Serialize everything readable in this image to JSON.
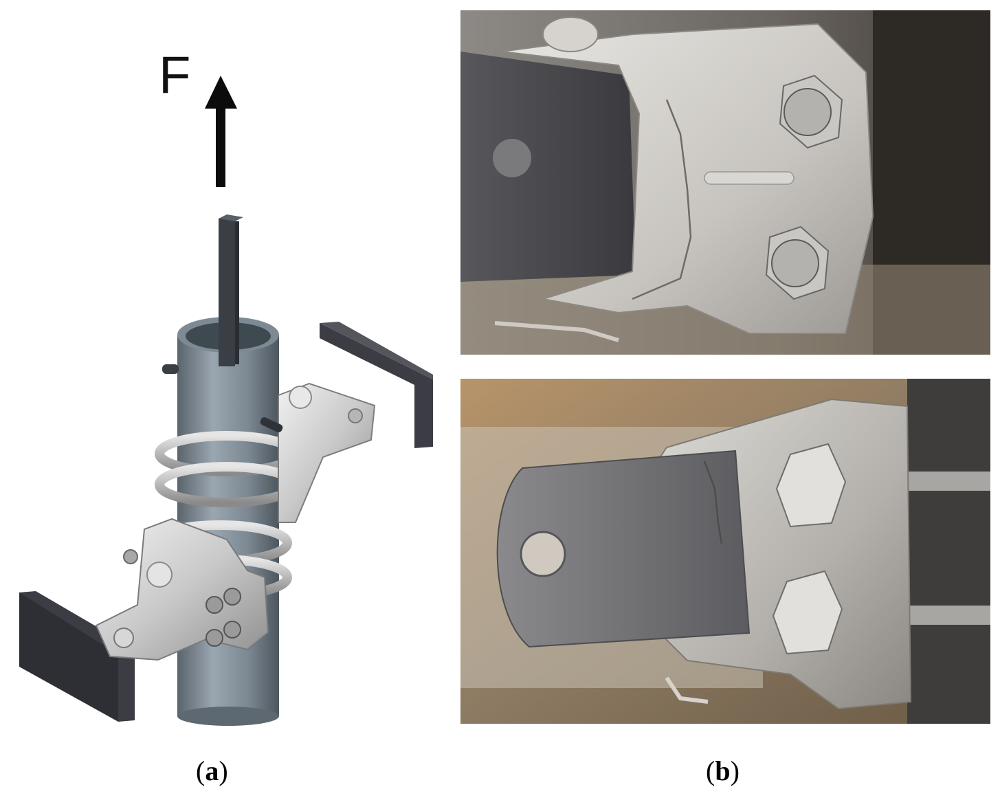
{
  "panel_a": {
    "force_label": "F",
    "caption_open": "(",
    "caption_letter": "a",
    "caption_close": ")"
  },
  "panel_b": {
    "caption_open": "(",
    "caption_letter": "b",
    "caption_close": ")"
  }
}
